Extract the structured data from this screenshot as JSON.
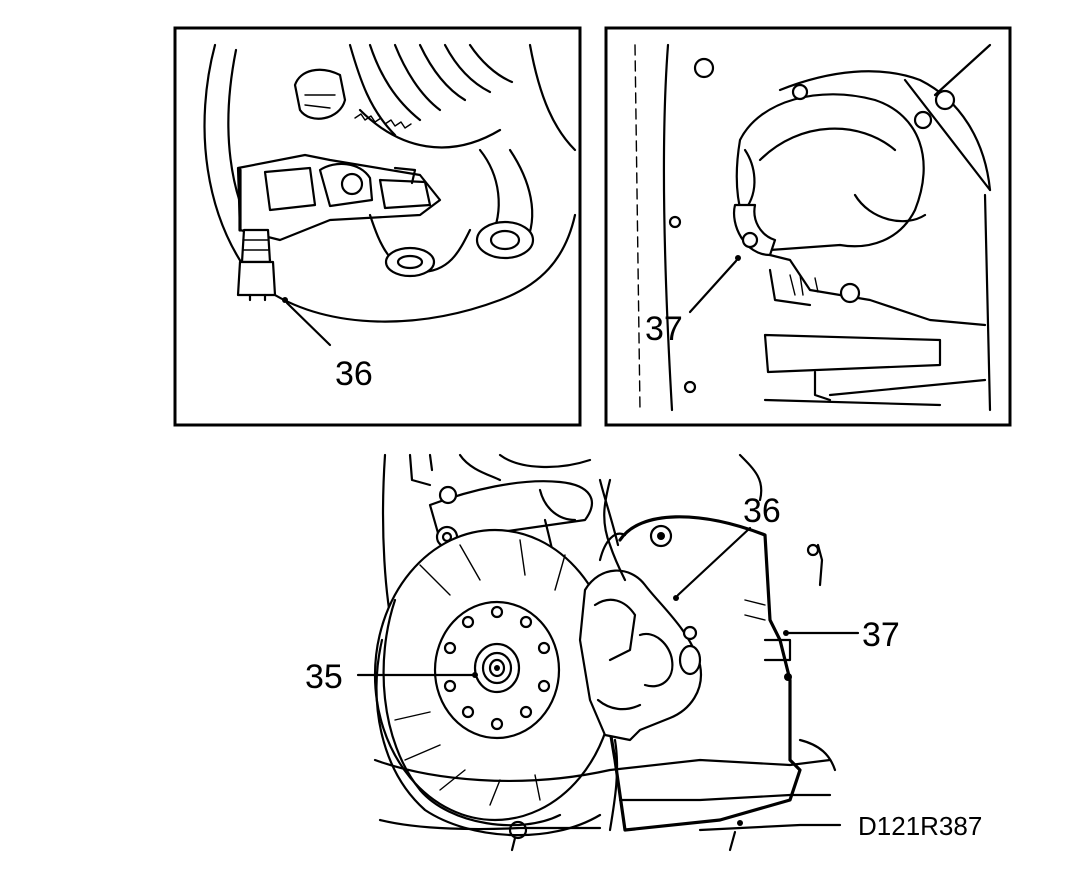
{
  "figure_id": "D121R387",
  "callouts": {
    "top_left_36": "36",
    "top_right_37": "37",
    "bottom_35": "35",
    "bottom_36": "36",
    "bottom_37": "37"
  },
  "colors": {
    "line": "#000000",
    "background": "#ffffff"
  }
}
